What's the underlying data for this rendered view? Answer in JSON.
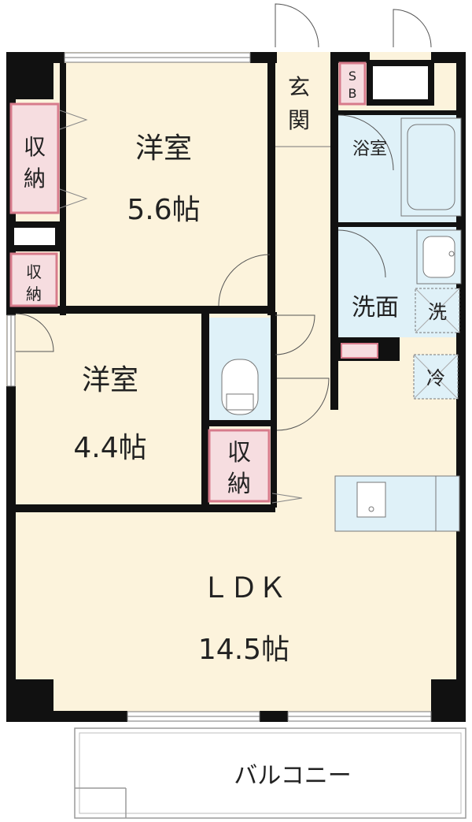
{
  "rooms": {
    "western_room_1": {
      "name": "洋室",
      "size": "5.6帖"
    },
    "western_room_2": {
      "name": "洋室",
      "size": "4.4帖"
    },
    "ldk": {
      "name": "ＬＤＫ",
      "size": "14.5帖"
    },
    "entrance": {
      "line1": "玄",
      "line2": "関"
    },
    "shoe_box": {
      "line1": "S",
      "line2": "B"
    },
    "bathroom": {
      "name": "浴室"
    },
    "washroom": {
      "name": "洗面"
    },
    "balcony": {
      "name": "バルコニー"
    }
  },
  "storage": {
    "closet_1": {
      "line1": "収",
      "line2": "納"
    },
    "closet_2": {
      "line1": "収",
      "line2": "納"
    },
    "closet_3": {
      "line1": "収",
      "line2": "納"
    }
  },
  "symbols": {
    "washer": "洗",
    "fridge": "冷"
  },
  "colors": {
    "floor": "#fcf3dc",
    "wall": "#111111",
    "wet_area": "#dff1f8",
    "storage": "#f6dde0",
    "storage_border": "#d77b8b"
  }
}
